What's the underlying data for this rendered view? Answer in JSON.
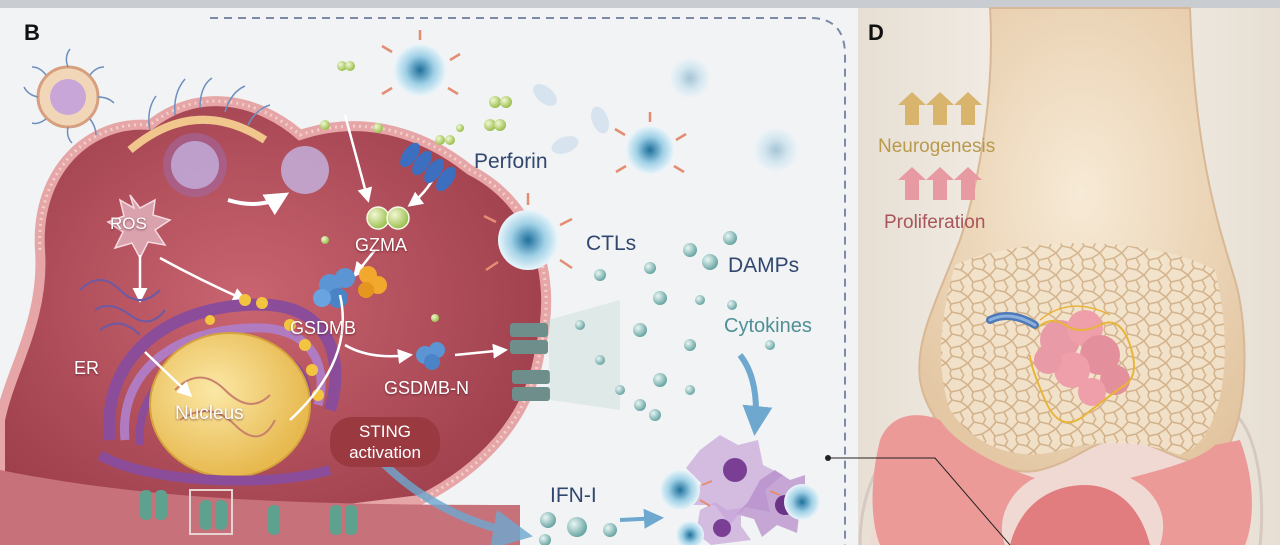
{
  "panels": {
    "left_letter": "B",
    "right_letter": "D"
  },
  "labels": {
    "ros": "ROS",
    "gzma": "GZMA",
    "gsdmb": "GSDMB",
    "gsdmb_n": "GSDMB-N",
    "er": "ER",
    "nucleus": "Nucleus",
    "sting_line1": "STING",
    "sting_line2": "activation",
    "perforin": "Perforin",
    "ctls": "CTLs",
    "damps": "DAMPs",
    "cytokines": "Cytokines",
    "ifn": "IFN-I",
    "neurogenesis": "Neurogenesis",
    "proliferation": "Proliferation"
  },
  "colors": {
    "cell_body": "#b5535e",
    "membrane": "#e0a3a4",
    "nucleus": "#f1cf6e",
    "er": "#9a5aa6",
    "ctl": "#7fb6d2",
    "bone": "#efd9bc",
    "cartilage": "#e98f8e",
    "tumor": "#e8a3ad",
    "gold_arrow": "#d8b56a",
    "rose_arrow": "#e79098"
  }
}
